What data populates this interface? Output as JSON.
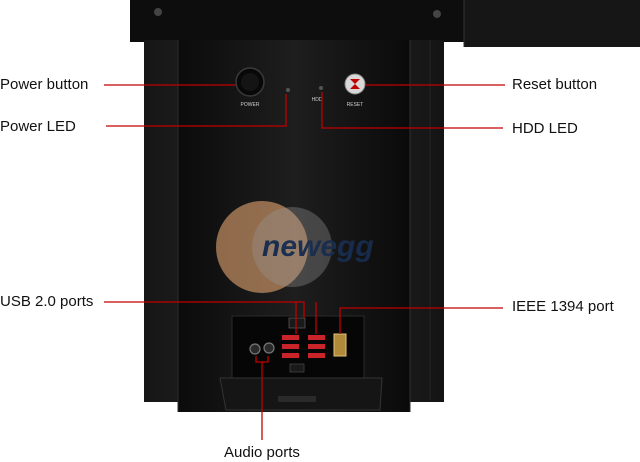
{
  "callouts": {
    "power_button": "Power button",
    "power_led": "Power LED",
    "usb_ports": "USB 2.0 ports",
    "reset_button": "Reset button",
    "hdd_led": "HDD LED",
    "ieee_port": "IEEE 1394 port",
    "audio_ports": "Audio ports"
  },
  "panel_labels": {
    "power": "POWER",
    "hdd": "HDD",
    "reset": "RESET"
  },
  "watermark": "newegg",
  "colors": {
    "leader_line": "#c00000",
    "case_body": "#101010",
    "usb_port": "#c8242a",
    "watermark_orange": "#f6b27a"
  }
}
